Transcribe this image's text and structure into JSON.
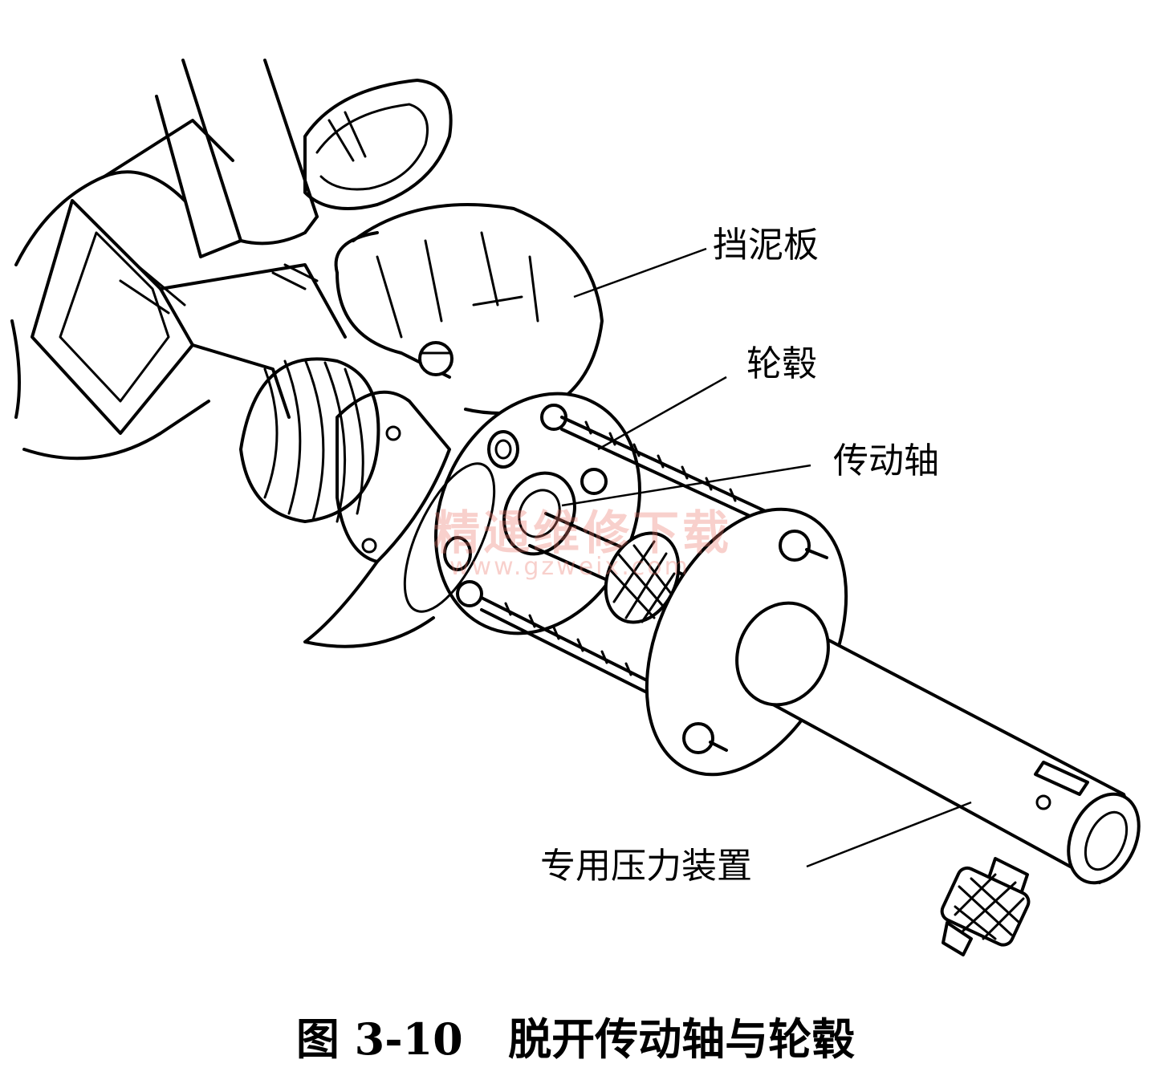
{
  "labels": {
    "fender": "挡泥板",
    "hub": "轮毂",
    "drive_shaft": "传动轴",
    "special_press_tool": "专用压力装置"
  },
  "caption": "图 3-10   脱开传动轴与轮毂",
  "watermark": {
    "text": "精通维修下载",
    "url": "www.gzweix.com"
  }
}
